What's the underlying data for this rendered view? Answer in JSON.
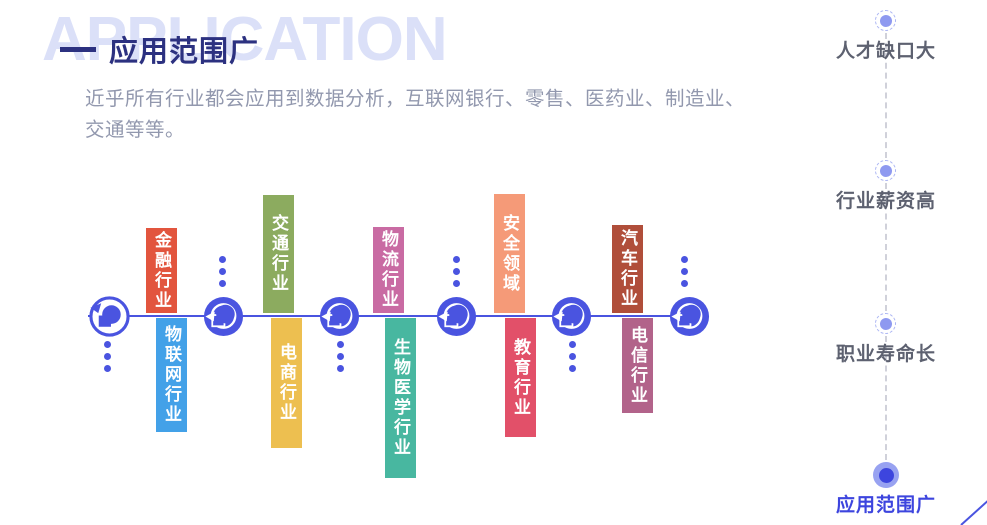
{
  "header": {
    "watermark": "APPLICATION",
    "title": "应用范围广",
    "description": "近乎所有行业都会应用到数据分析，互联网银行、零售、医药业、制造业、\n交通等等。",
    "title_color": "#2c3180",
    "watermark_color": "#dbe0f8",
    "description_color": "#9298ae"
  },
  "timeline": {
    "accent_color": "#4a54e0",
    "industries_top": [
      {
        "label": "金融行业",
        "color": "#e2553e"
      },
      {
        "label": "交通行业",
        "color": "#8cab5f"
      },
      {
        "label": "物流行业",
        "color": "#c96ba3"
      },
      {
        "label": "安全领域",
        "color": "#f59a78"
      },
      {
        "label": "汽车行业",
        "color": "#b04e3a"
      }
    ],
    "industries_bottom": [
      {
        "label": "物联网行业",
        "color": "#43a1e8"
      },
      {
        "label": "电商行业",
        "color": "#edbf50"
      },
      {
        "label": "生物医学行业",
        "color": "#48b7a0"
      },
      {
        "label": "教育行业",
        "color": "#e25069"
      },
      {
        "label": "电信行业",
        "color": "#b2638a"
      }
    ]
  },
  "sidebar": {
    "items": [
      {
        "label": "人才缺口大",
        "active": false
      },
      {
        "label": "行业薪资高",
        "active": false
      },
      {
        "label": "职业寿命长",
        "active": false
      },
      {
        "label": "应用范围广",
        "active": true
      }
    ],
    "inactive_color": "#5d6170",
    "active_color": "#3d45de",
    "dot_color": "#8e99f0"
  }
}
